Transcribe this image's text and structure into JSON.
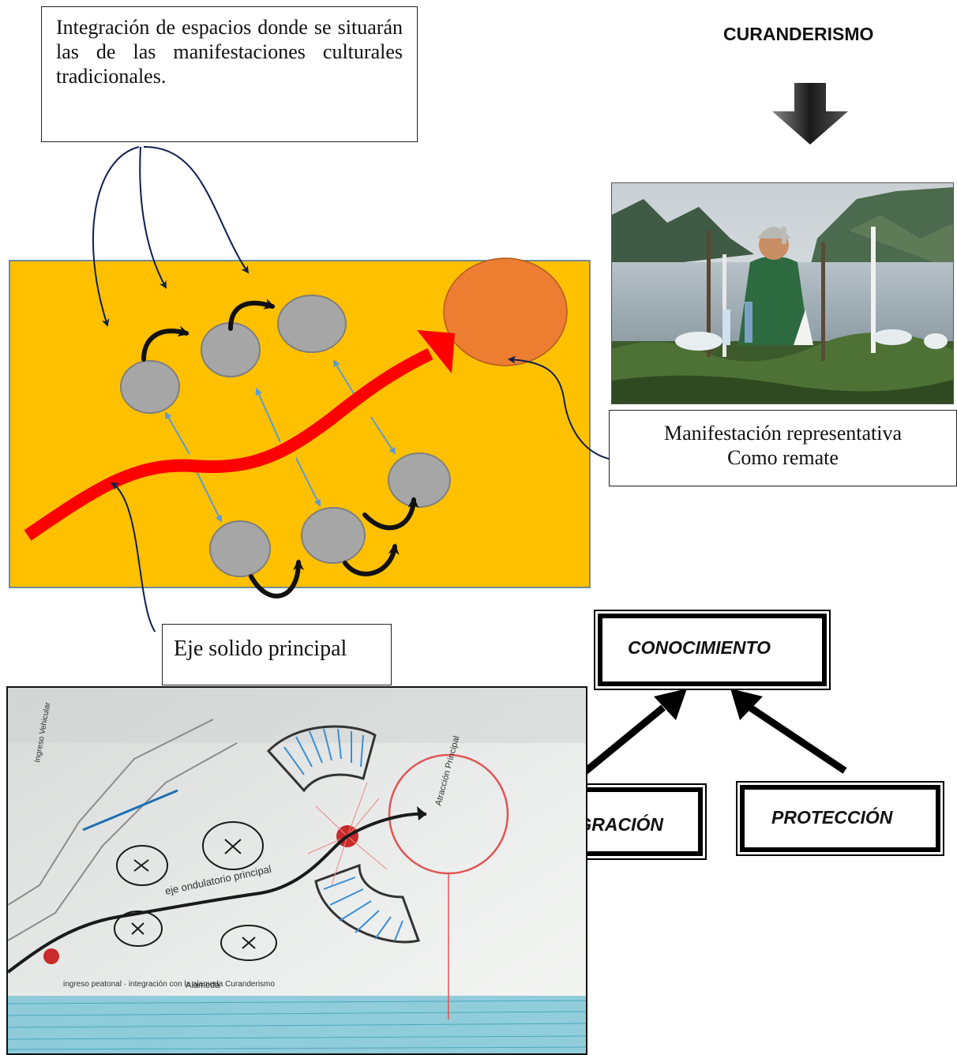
{
  "callouts": {
    "intro": "Integración de espacios donde se situarán las de las manifestaciones culturales tradicionales.",
    "remate_line1": "Manifestación representativa",
    "remate_line2": "Como remate",
    "eje": "Eje solido principal"
  },
  "curanderismo": {
    "title": "CURANDERISMO"
  },
  "concept": {
    "top": "CONOCIMIENTO",
    "left": "INTEGRACIÓN",
    "right": "PROTECCIÓN"
  },
  "sketch": {
    "label_principal": "Atracción Principal",
    "label_eje": "eje ondulatorio principal",
    "label_alameda": "Alameda",
    "label_bottom": "ingreso peatonal · integración con la alameda Curanderismo",
    "label_corner": "Ingreso Vehicular"
  },
  "colors": {
    "plan_bg": "#FFC000",
    "axis": "#FF0000",
    "focal": "#ED7D31",
    "node": "#A6A6A6",
    "link": "#5B9BD5"
  }
}
